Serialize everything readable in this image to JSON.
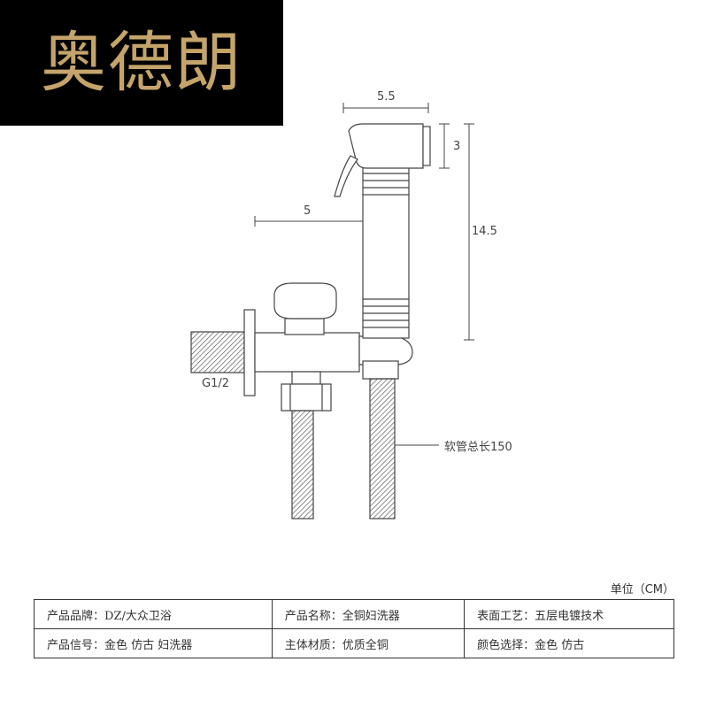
{
  "brand": {
    "name": "奥德朗"
  },
  "dimensions": {
    "head_width": "5.5",
    "head_height": "3",
    "total_height": "14.5",
    "reach": "5",
    "thread": "G1/2",
    "hose_length": "软管总长150"
  },
  "unit": "单位（CM）",
  "colors": {
    "brand_gold": "#c4a46a",
    "brand_bg": "#000000",
    "line": "#444444"
  },
  "spec_table": {
    "rows": [
      [
        {
          "label": "产品品牌：",
          "value": "DZ/大众卫浴"
        },
        {
          "label": "产品名称：",
          "value": "全铜妇洗器"
        },
        {
          "label": "表面工艺：",
          "value": "五层电镀技术"
        }
      ],
      [
        {
          "label": "产品信号：",
          "value": "金色 仿古 妇洗器"
        },
        {
          "label": "主体材质：",
          "value": "优质全铜"
        },
        {
          "label": "颜色选择：",
          "value": "金色 仿古"
        }
      ]
    ]
  }
}
